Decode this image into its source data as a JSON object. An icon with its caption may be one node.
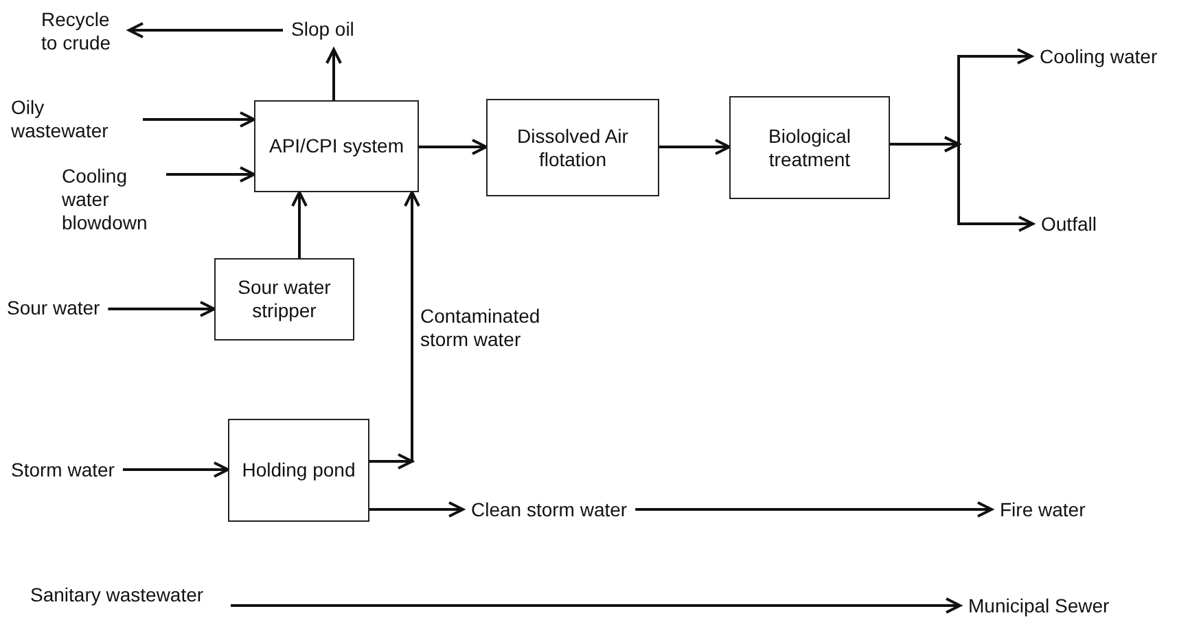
{
  "diagram": {
    "nodes": [
      {
        "text": [
          "Recycle to crude"
        ]
      },
      {
        "text": [
          "Slop oil"
        ]
      },
      {
        "text": [
          "Oily wastewater"
        ]
      },
      {
        "text": [
          "API/CPI system"
        ]
      },
      {
        "text": [
          "Dissolved Air flotation"
        ]
      },
      {
        "text": [
          "Biological treatment"
        ]
      },
      {
        "text": [
          "Cooling water"
        ]
      },
      {
        "text": [
          "Outfall"
        ]
      },
      {
        "text": [
          "Cooling water blowdown"
        ]
      },
      {
        "text": [
          "Sour water"
        ]
      },
      {
        "text": [
          "Sour water stripper"
        ]
      },
      {
        "text": [
          "Storm water"
        ]
      },
      {
        "text": [
          "Holding pond"
        ]
      },
      {
        "text": [
          "Clean storm water"
        ]
      },
      {
        "text": [
          "Fire water"
        ]
      },
      {
        "text": [
          "Sanitary wastewater"
        ]
      },
      {
        "text": [
          "Municipal Sewer"
        ]
      }
    ],
    "edges": [
      {
        "from": 1,
        "to": 0,
        "arrow": "to"
      },
      {
        "from": 3,
        "to": 1,
        "arrow": "to"
      },
      {
        "from": 2,
        "to": 3,
        "arrow": "to"
      },
      {
        "from": 8,
        "to": 3,
        "arrow": "to"
      },
      {
        "from": 9,
        "to": 10,
        "arrow": "to"
      },
      {
        "from": 10,
        "to": 3,
        "arrow": "to"
      },
      {
        "from": 12,
        "to": 3,
        "arrow": "to",
        "label": "Contaminated storm water"
      },
      {
        "from": 11,
        "to": 12,
        "arrow": "to"
      },
      {
        "from": 12,
        "to": 13,
        "arrow": "to"
      },
      {
        "from": 13,
        "to": 14,
        "arrow": "to"
      },
      {
        "from": 3,
        "to": 4,
        "arrow": "to"
      },
      {
        "from": 4,
        "to": 5,
        "arrow": "to"
      },
      {
        "from": 5,
        "to": 6,
        "arrow": "to"
      },
      {
        "from": 5,
        "to": 7,
        "arrow": "to"
      },
      {
        "from": 15,
        "to": 16,
        "arrow": "to"
      }
    ]
  }
}
